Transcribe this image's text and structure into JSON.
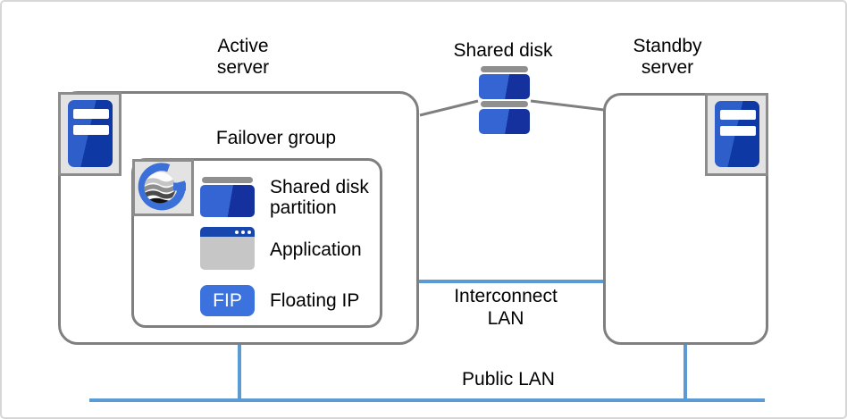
{
  "colors": {
    "accent_blue": "#3465d2",
    "accent_blue_dark": "#14319e",
    "tower_blue": "#2e5ec9",
    "tower_blue_dark": "#0e38a3",
    "badge_blue": "#3b72dd",
    "titlebar_blue": "#1746ad",
    "lan_blue": "#5b9bd5",
    "line_gray": "#7f7f7f",
    "chip_gray": "#e3e3e3",
    "chip_border_gray": "#8c8c8c",
    "cap_gray": "#8f8f8f",
    "app_body_gray": "#c6c6c6",
    "logo_blue": "#3a70d8"
  },
  "nodes": {
    "active_server": {
      "label_line1": "Active",
      "label_line2": "server"
    },
    "standby_server": {
      "label_line1": "Standby",
      "label_line2": "server"
    },
    "shared_disk": {
      "label": "Shared disk"
    }
  },
  "failover_group": {
    "label": "Failover group",
    "items": [
      {
        "label_line1": "Shared disk",
        "label_line2": "partition"
      },
      {
        "label": "Application"
      },
      {
        "badge": "FIP",
        "label": "Floating IP"
      }
    ]
  },
  "networks": {
    "interconnect_lan": {
      "label_line1": "Interconnect",
      "label_line2": "LAN"
    },
    "public_lan": {
      "label": "Public LAN"
    }
  }
}
